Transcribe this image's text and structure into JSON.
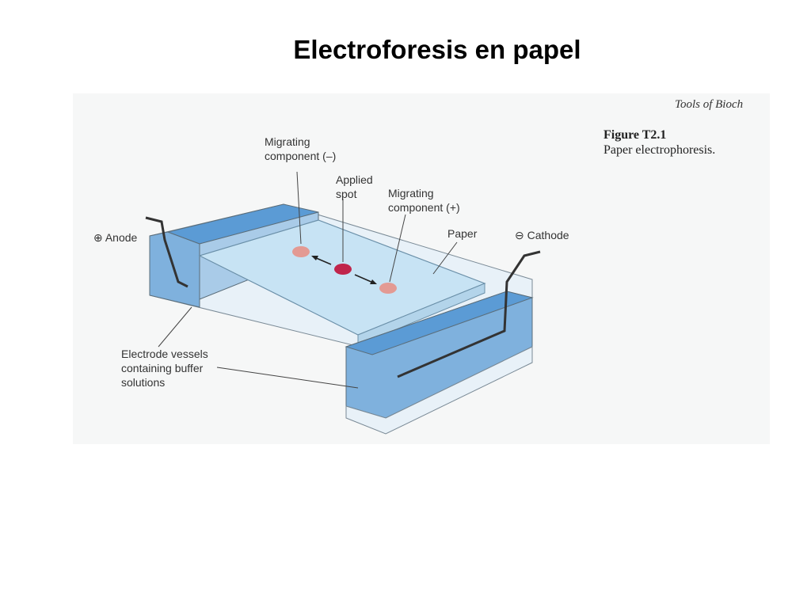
{
  "slide": {
    "title": "Electroforesis en papel"
  },
  "figure": {
    "header_text": "Tools of Bioch",
    "caption_number": "Figure T2.1",
    "caption_text": "Paper electrophoresis.",
    "labels": {
      "migrating_negative_line1": "Migrating",
      "migrating_negative_line2": "component (–)",
      "applied_spot_line1": "Applied",
      "applied_spot_line2": "spot",
      "migrating_positive_line1": "Migrating",
      "migrating_positive_line2": "component (+)",
      "paper": "Paper",
      "anode": "⊕ Anode",
      "cathode": "⊖ Cathode",
      "vessels_line1": "Electrode vessels",
      "vessels_line2": "containing buffer",
      "vessels_line3": "solutions"
    },
    "colors": {
      "buffer_blue": "#5b9bd5",
      "paper_blue": "#c7e3f4",
      "spot_center": "#c0254b",
      "spot_side": "#e39a93"
    }
  }
}
